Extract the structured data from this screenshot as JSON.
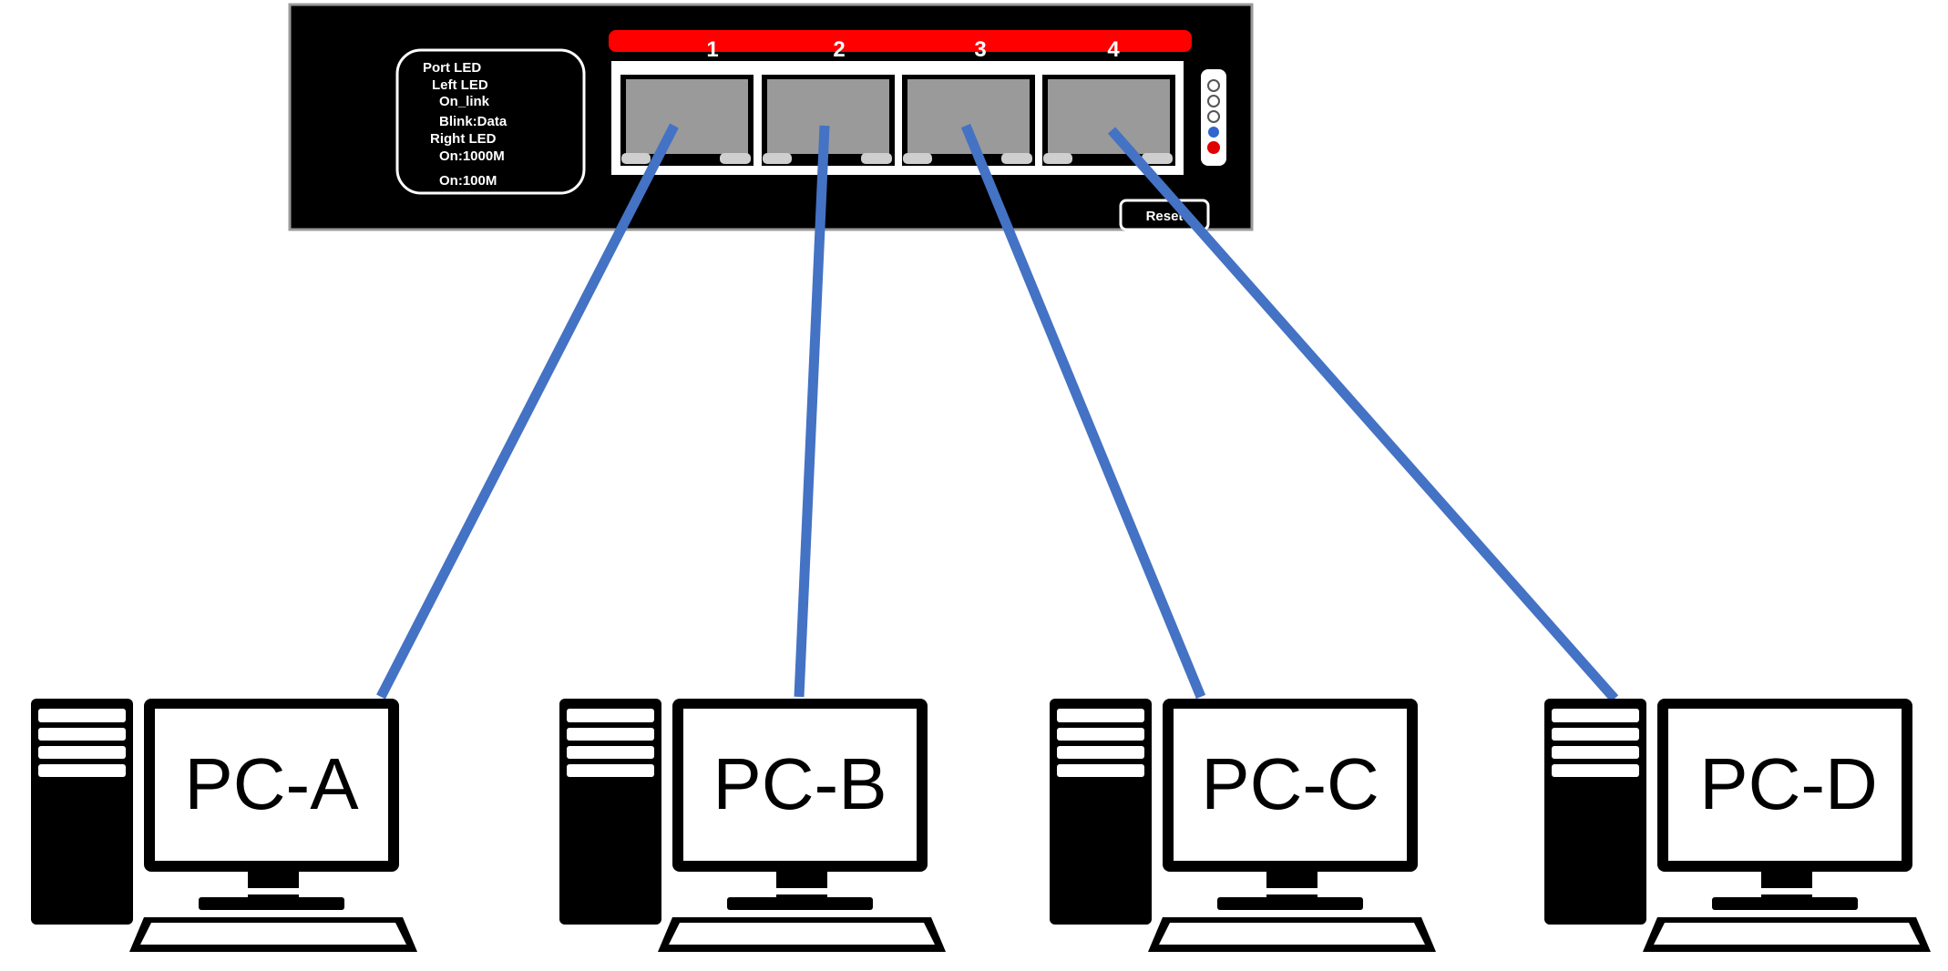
{
  "switch": {
    "ports": [
      {
        "number": "1"
      },
      {
        "number": "2"
      },
      {
        "number": "3"
      },
      {
        "number": "4"
      }
    ],
    "led_panel": {
      "lines": [
        "Port LED",
        "Left LED",
        "On_link",
        "Blink:Data",
        "Right LED",
        "On:1000M",
        "On:100M"
      ]
    },
    "reset_label": "Reset",
    "status_band_color": "#ff0000",
    "body_color": "#000000"
  },
  "computers": [
    {
      "label": "PC-A",
      "port": "1"
    },
    {
      "label": "PC-B",
      "port": "2"
    },
    {
      "label": "PC-C",
      "port": "3"
    },
    {
      "label": "PC-D",
      "port": "4"
    }
  ],
  "cable_color": "#4472c4"
}
